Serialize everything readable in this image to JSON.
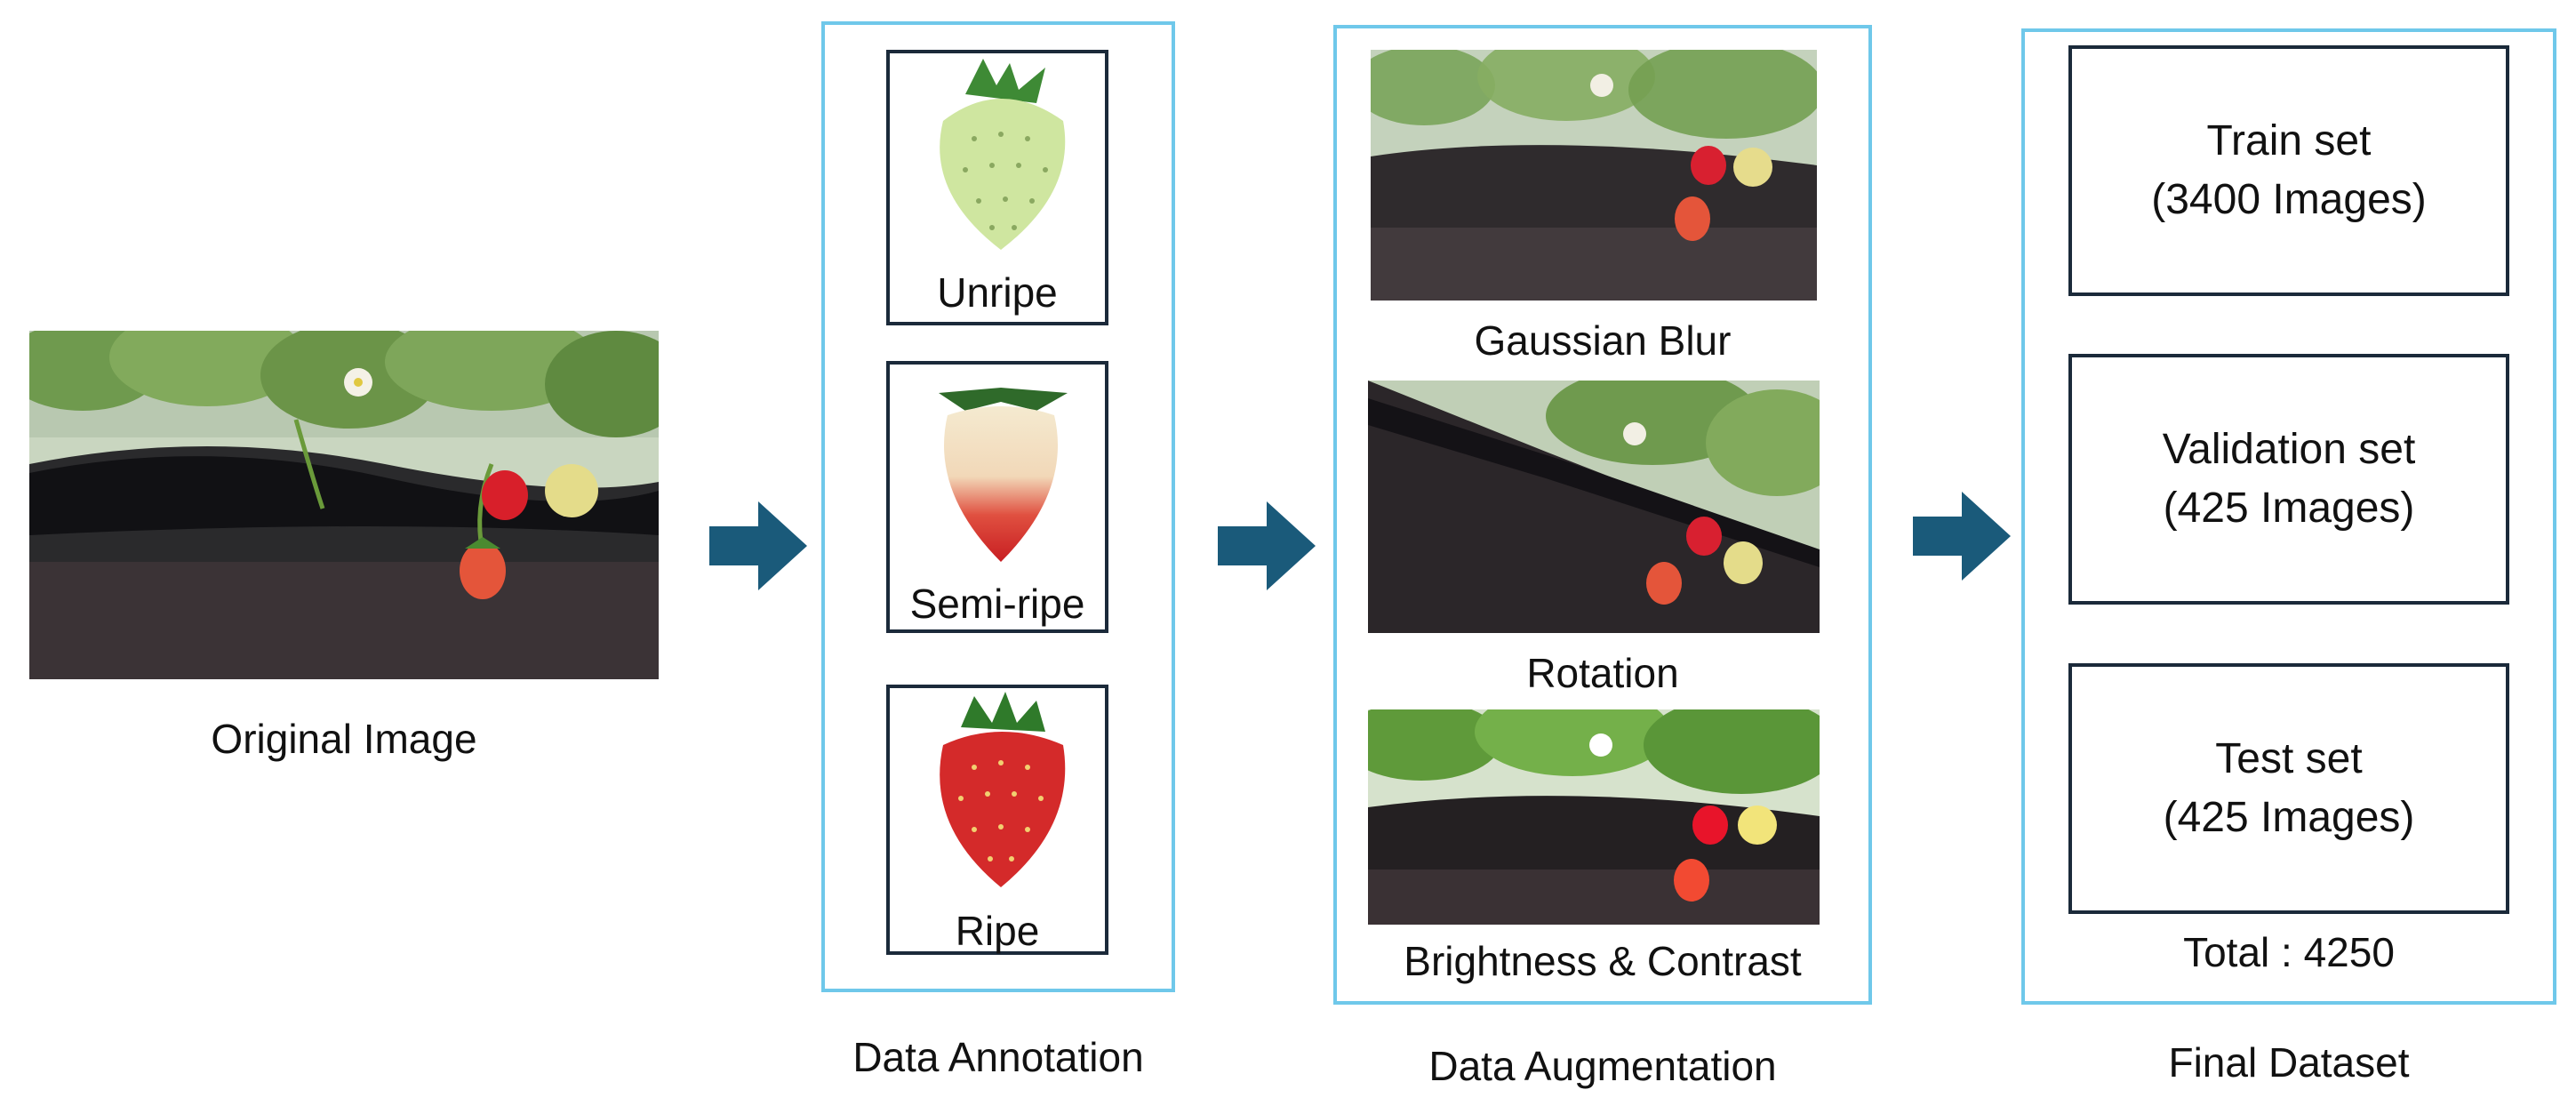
{
  "original": {
    "caption": "Original Image"
  },
  "annotation": {
    "title": "Data Annotation",
    "classes": [
      {
        "label": "Unripe",
        "icon": "unripe-strawberry-icon"
      },
      {
        "label": "Semi-ripe",
        "icon": "semi-ripe-strawberry-icon"
      },
      {
        "label": "Ripe",
        "icon": "ripe-strawberry-icon"
      }
    ]
  },
  "augmentation": {
    "title": "Data Augmentation",
    "methods": [
      {
        "label": "Gaussian Blur"
      },
      {
        "label": "Rotation"
      },
      {
        "label": "Brightness & Contrast"
      }
    ]
  },
  "final_dataset": {
    "title": "Final Dataset",
    "sets": [
      {
        "name": "Train set",
        "count": "(3400 Images)"
      },
      {
        "name": "Validation set",
        "count": "(425 Images)"
      },
      {
        "name": "Test set",
        "count": "(425 Images)"
      }
    ],
    "total": "Total : 4250"
  },
  "colors": {
    "stage_border": "#6fc8ea",
    "box_border": "#1b2a3a",
    "arrow": "#1a5a7a",
    "ripe_red": "#d42a2a",
    "unripe_green": "#cfe6a0"
  }
}
